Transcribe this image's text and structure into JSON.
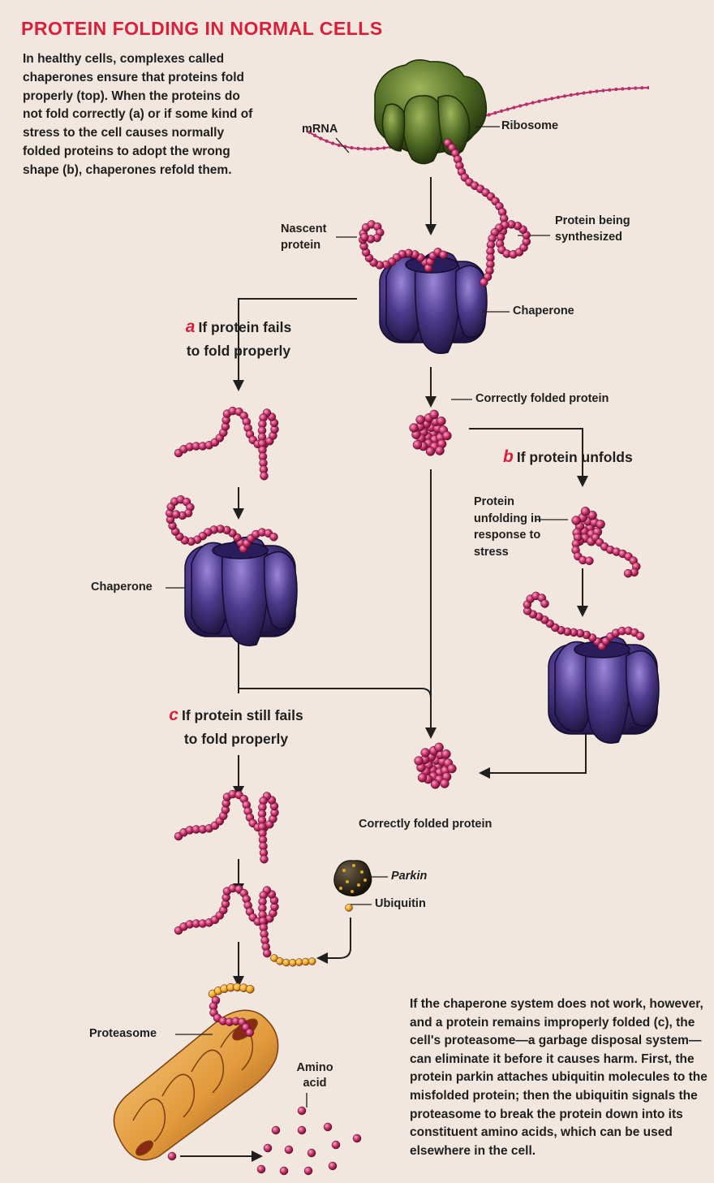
{
  "title": "PROTEIN FOLDING IN NORMAL CELLS",
  "intro": "In healthy cells, complexes called chaperones ensure that proteins fold properly (top). When the proteins do not fold correctly (a) or if some kind of stress to the cell causes normally folded proteins to adopt the wrong shape (b), chaperones refold them.",
  "outro": "If the chaperone system does not work, however, and a protein remains improperly folded (c), the cell's proteasome—a garbage disposal system—can eliminate it before it causes harm. First, the protein parkin attaches ubiquitin molecules to the misfolded protein; then the ubiquitin signals the proteasome to break the protein down into its constituent amino acids, which can be used elsewhere in the cell.",
  "labels": {
    "mrna": "mRNA",
    "ribosome": "Ribosome",
    "nascent_protein": "Nascent protein",
    "protein_being_synthesized": "Protein being synthesized",
    "chaperone_top": "Chaperone",
    "correctly_folded_top": "Correctly folded protein",
    "chaperone_left": "Chaperone",
    "protein_unfolding": "Protein unfolding in response to stress",
    "correctly_folded_bottom": "Correctly folded protein",
    "parkin": "Parkin",
    "ubiquitin": "Ubiquitin",
    "proteasome": "Proteasome",
    "amino_acid": "Amino acid"
  },
  "steps": {
    "a": {
      "letter": "a",
      "line1": "If protein fails",
      "line2": "to fold properly"
    },
    "b": {
      "letter": "b",
      "line1": "If protein unfolds"
    },
    "c": {
      "letter": "c",
      "line1": "If protein still fails",
      "line2": "to fold properly"
    }
  },
  "colors": {
    "title": "#d9203a",
    "background": "#f1e7de",
    "bead": "#c8326a",
    "ribosome": "#4f6b24",
    "chaperone": "#4d3a8c",
    "proteasome": "#e39a3c",
    "ubiquitin": "#efaa22",
    "parkin": "#2a2218"
  }
}
